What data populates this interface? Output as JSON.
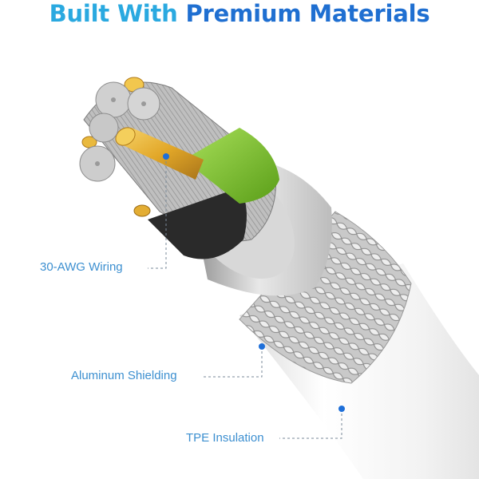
{
  "title": {
    "part1": "Built With ",
    "part2": "Premium Materials"
  },
  "callouts": {
    "wiring": "30-AWG Wiring",
    "shielding": "Aluminum Shielding",
    "insulation": "TPE Insulation"
  },
  "colors": {
    "title_light": "#2aa9e0",
    "title_dark": "#1f6fd1",
    "callout_text": "#3c8fd0",
    "callout_dot": "#1e6fd9",
    "copper": "#e2a728",
    "green_core": "#7cc52b",
    "tpe_jacket": "#f1f1f1"
  }
}
